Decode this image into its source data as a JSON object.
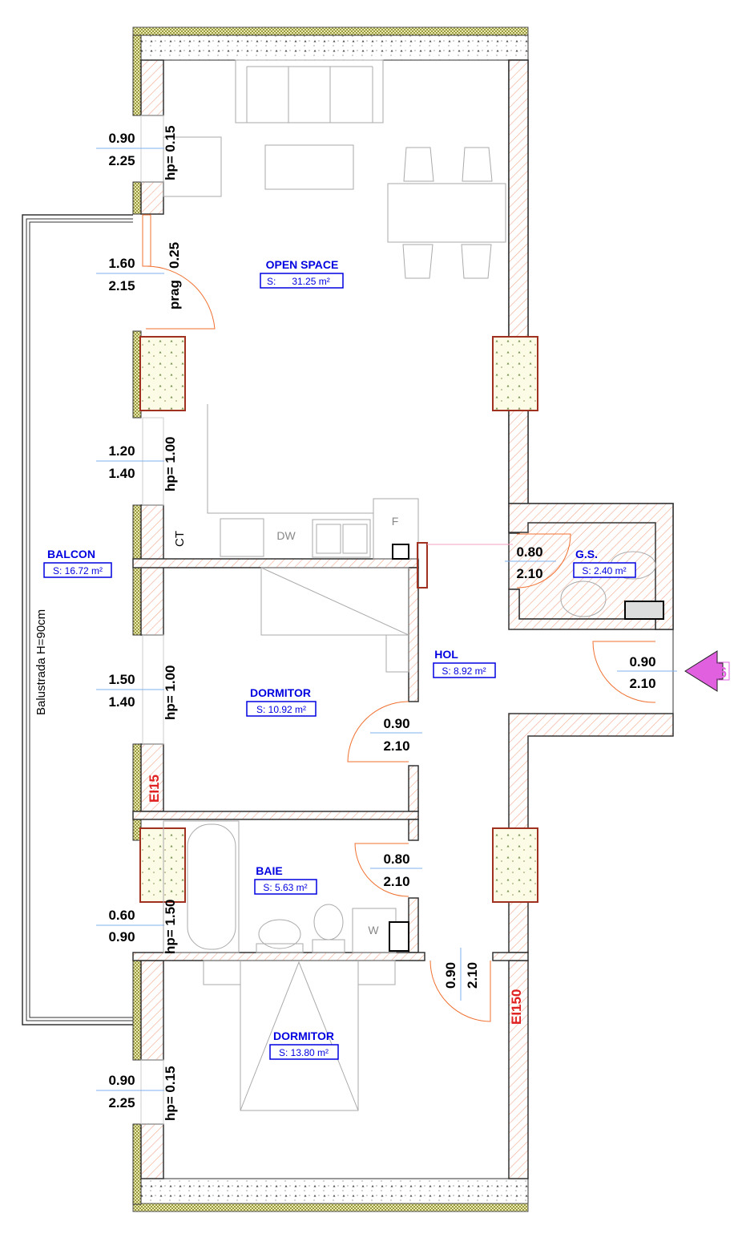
{
  "rooms": {
    "open_space": {
      "name": "OPEN SPACE",
      "area": "S:      31.25 m²"
    },
    "gs": {
      "name": "G.S.",
      "area": "S: 2.40 m²"
    },
    "balcon": {
      "name": "BALCON",
      "area": "S: 16.72 m²"
    },
    "hol": {
      "name": "HOL",
      "area": "S: 8.92 m²"
    },
    "dormitor1": {
      "name": "DORMITOR",
      "area": "S: 10.92 m²"
    },
    "baie": {
      "name": "BAIE",
      "area": "S: 5.63 m²"
    },
    "dormitor2": {
      "name": "DORMITOR",
      "area": "S: 13.80 m²"
    }
  },
  "windows": [
    {
      "w": "0.90",
      "h": "2.25",
      "hp": "hp= 0.15"
    },
    {
      "w": "1.60",
      "h": "2.15",
      "hp": "0.25",
      "note": "prag"
    },
    {
      "w": "1.20",
      "h": "1.40",
      "hp": "hp= 1.00"
    },
    {
      "w": "1.50",
      "h": "1.40",
      "hp": "hp= 1.00"
    },
    {
      "w": "0.60",
      "h": "0.90",
      "hp": "hp= 1.50"
    },
    {
      "w": "0.90",
      "h": "2.25",
      "hp": "hp= 0.15"
    }
  ],
  "doors": [
    {
      "w": "0.80",
      "h": "2.10"
    },
    {
      "w": "0.90",
      "h": "2.10"
    },
    {
      "w": "0.90",
      "h": "2.10"
    },
    {
      "w": "0.80",
      "h": "2.10"
    },
    {
      "w": "0.90",
      "h": "2.10"
    }
  ],
  "fixtures": {
    "ct": "CT",
    "dw": "DW",
    "f": "F",
    "w": "W"
  },
  "fire_ratings": {
    "ei15": "EI15",
    "ei150": "EI150"
  },
  "balustrade": "Balustrada H=90cm",
  "entrance_number": "6",
  "colors": {
    "room_label": "#0000e0",
    "fire_label": "#e02020",
    "entrance_arrow": "#e060e0",
    "door": "#f07030"
  }
}
